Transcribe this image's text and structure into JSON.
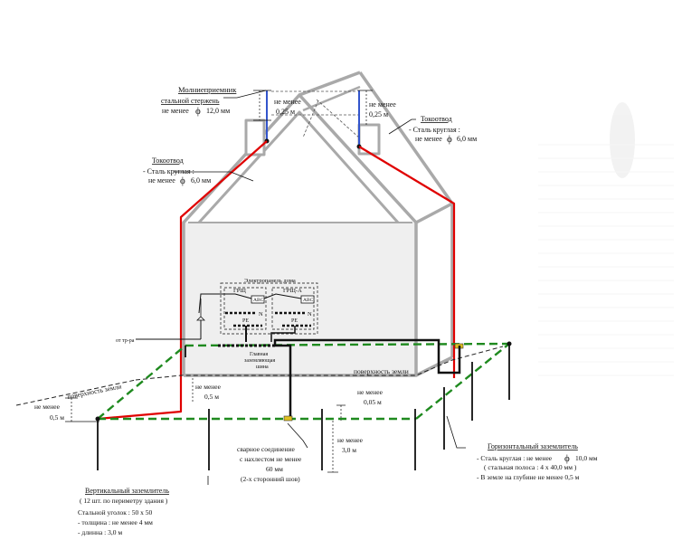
{
  "labels": {
    "air_terminal_title": "Молниеприемник",
    "air_terminal_rod": "стальной стержень",
    "air_terminal_min": "не менее",
    "air_terminal_dia": "12,0 мм",
    "height_left_1": "не  менее",
    "height_left_2": "0,25 м",
    "height_right_1": "не менее",
    "height_right_2": "0,25 м",
    "downlead_right_title": "Токоотвод",
    "downlead_right_1": "- Сталь  круглая :",
    "downlead_right_2": "не менее",
    "downlead_right_3": "6,0 мм",
    "downlead_left_title": "Токоотвод",
    "downlead_left_1": "- Сталь  круглая :",
    "downlead_left_2": "не менее",
    "downlead_left_3": "6,0 мм",
    "panel_title": "Электропанель дома",
    "panel_left": "ГРЩ",
    "panel_right": "ГРЩ-А",
    "abc": "ABC",
    "n": "N",
    "pe": "PE",
    "from_substation": "от тр-ра",
    "bus_1": "Главная",
    "bus_2": "заземляющая",
    "bus_3": "шина",
    "ground_surface_left": "поверхность  земли",
    "ground_surface_right": "поверхность  земли",
    "depth_left_1": "не  менее",
    "depth_left_2": "0,5 м",
    "depth_mid_1": "не  менее",
    "depth_mid_2": "0,5 м",
    "depth_top_1": "не  менее",
    "depth_top_2": "0,05 м",
    "rod_len_1": "не  менее",
    "rod_len_2": "3,0 м",
    "weld_1": "сварное  соединение",
    "weld_2": "с нахлестом не менее",
    "weld_3": "60 мм",
    "weld_4": "(2-х сторонний шов)",
    "vert_title": "Вертикальный  заземлитель",
    "vert_1": "( 12 шт. по периметру  здания )",
    "vert_2": "Стальной  уголок :  50 х 50",
    "vert_3": "- толщина : не  менее   4 мм",
    "vert_4": "- длинна : 3,0 м",
    "horiz_title": "Горизонтальный  заземлитель",
    "horiz_1": "- Сталь  круглая : не менее",
    "horiz_1b": "10,0 мм",
    "horiz_2": "( стальная  полоса :  4 х 40,0 мм )",
    "horiz_3": "- В земле  на  глубине  не  менее  0,5 м",
    "phi": "ϕ"
  },
  "colors": {
    "house": "#a9a9a9",
    "downlead": "#e00000",
    "ground_loop": "#1f8a1f",
    "rod": "#3355cc",
    "ink": "#111111"
  }
}
